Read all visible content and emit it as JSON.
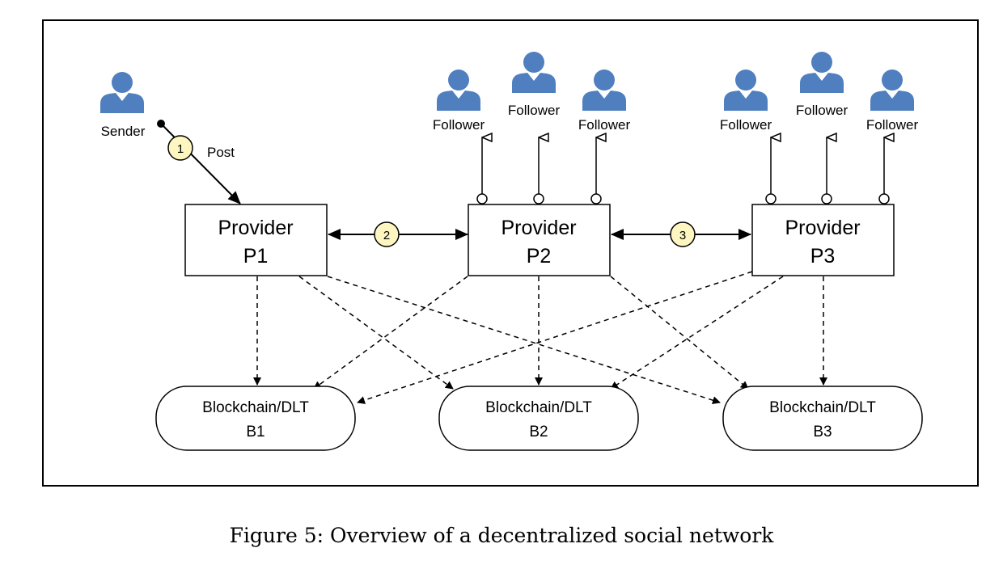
{
  "sender": {
    "label": "Sender"
  },
  "post": {
    "label": "Post"
  },
  "steps": [
    "1",
    "2",
    "3"
  ],
  "providers": [
    {
      "line1": "Provider",
      "line2": "P1"
    },
    {
      "line1": "Provider",
      "line2": "P2"
    },
    {
      "line1": "Provider",
      "line2": "P3"
    }
  ],
  "blockchains": [
    {
      "line1": "Blockchain/DLT",
      "line2": "B1"
    },
    {
      "line1": "Blockchain/DLT",
      "line2": "B2"
    },
    {
      "line1": "Blockchain/DLT",
      "line2": "B3"
    }
  ],
  "followers": [
    "Follower",
    "Follower",
    "Follower",
    "Follower",
    "Follower",
    "Follower"
  ],
  "caption": "Figure 5: Overview of a decentralized social network",
  "colors": {
    "person": "#4f7fbf",
    "step_fill": "#fdf6c0",
    "line": "#000000"
  }
}
